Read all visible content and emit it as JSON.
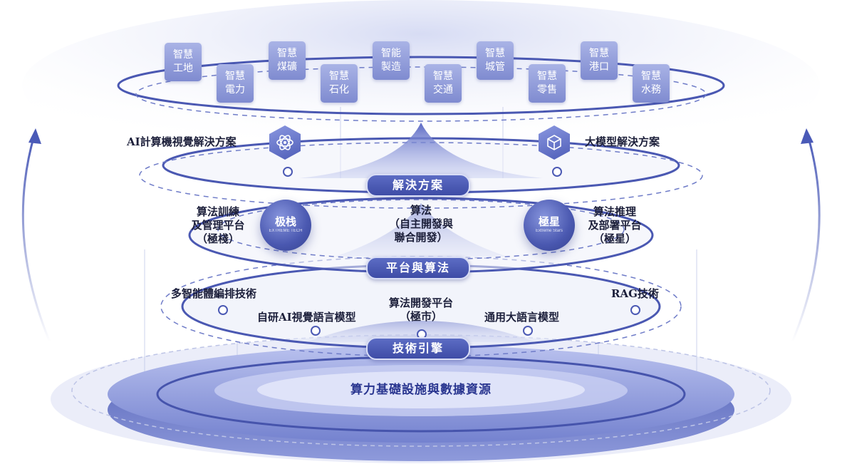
{
  "top_tiles": [
    {
      "line1": "智慧",
      "line2": "工地"
    },
    {
      "line1": "智慧",
      "line2": "電力"
    },
    {
      "line1": "智慧",
      "line2": "煤礦"
    },
    {
      "line1": "智慧",
      "line2": "石化"
    },
    {
      "line1": "智能",
      "line2": "製造"
    },
    {
      "line1": "智慧",
      "line2": "交通"
    },
    {
      "line1": "智慧",
      "line2": "城管"
    },
    {
      "line1": "智慧",
      "line2": "零售"
    },
    {
      "line1": "智慧",
      "line2": "港口"
    },
    {
      "line1": "智慧",
      "line2": "水務"
    }
  ],
  "solution_layer": {
    "left_label": "AI計算機視覺解決方案",
    "right_label": "大模型解決方案",
    "tag": "解決方案"
  },
  "platform_layer": {
    "left_label": [
      "算法訓練",
      "及管理平台",
      "（極棧）"
    ],
    "left_logo": "极栈",
    "left_logo_sub": "EXTREME TECH",
    "center_label": [
      "算法",
      "（自主開發與",
      "聯合開發）"
    ],
    "right_logo": "極星",
    "right_logo_sub": "Extreme Stars",
    "right_label": [
      "算法推理",
      "及部署平台",
      "（極星）"
    ],
    "tag": "平台與算法"
  },
  "engine_layer": {
    "item1": "多智能體編排技術",
    "item2": "自研AI視覺語言模型",
    "item3_line1": "算法開發平台",
    "item3_line2": "（極市）",
    "item4": "通用大語言模型",
    "item5": "RAG技術",
    "tag": "技術引擎"
  },
  "base_layer": {
    "label": "算力基礎設施與數據資源"
  }
}
